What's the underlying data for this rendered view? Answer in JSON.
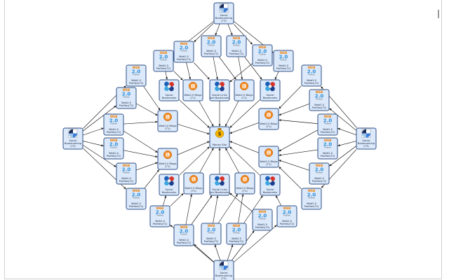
{
  "icon_colors": {
    "web20_orange": "#ef7d00",
    "web20_blue": "#2f8fd6",
    "blogger_orange": "#f08a24",
    "social_blue": "#1c5fb8",
    "money_gold": "#f3b600",
    "node_fill": "#dbe9fb",
    "node_border": "#2f4f86"
  },
  "diagram": {
    "nodes": [
      {
        "id": "t1",
        "icon": "social-bookmarking-icon",
        "lines": [
          "Social",
          "Bookmarking",
          "(T3)"
        ]
      },
      {
        "id": "t2",
        "icon": "web20-icon",
        "lines": [
          "Web2.0",
          "Profiles(T2)"
        ]
      },
      {
        "id": "t3",
        "icon": "web20-icon",
        "lines": [
          "Web2.0",
          "Profiles(T2)"
        ]
      },
      {
        "id": "t4",
        "icon": "web20-icon",
        "lines": [
          "Web2.0",
          "Profiles(T2)"
        ]
      },
      {
        "id": "t5",
        "icon": "web20-icon",
        "lines": [
          "Web2.0",
          "Profiles(T2)"
        ]
      },
      {
        "id": "t6",
        "icon": "web20-icon",
        "lines": [
          "Web2.0",
          "Profiles(T2)"
        ]
      },
      {
        "id": "t7",
        "icon": "web20-icon",
        "lines": [
          "Web2.0",
          "Profiles(T2)"
        ]
      },
      {
        "id": "t8",
        "icon": "social-network-icon",
        "lines": [
          "Social",
          "Bookmarks"
        ]
      },
      {
        "id": "t9",
        "icon": "blogger-icon",
        "lines": [
          "Web2.0 Blogs",
          "(T1)"
        ]
      },
      {
        "id": "t10",
        "icon": "social-network-icon",
        "lines": [
          "Social Links",
          "and Bookmarks"
        ]
      },
      {
        "id": "t11",
        "icon": "blogger-icon",
        "lines": [
          "Web2.0 Blogs",
          "(T1)"
        ]
      },
      {
        "id": "t12",
        "icon": "social-network-icon",
        "lines": [
          "Social",
          "Bookmarks"
        ]
      },
      {
        "id": "b1",
        "icon": "social-bookmarking-icon",
        "lines": [
          "Social",
          "Bookmarking",
          "(T3)"
        ]
      },
      {
        "id": "b2",
        "icon": "web20-icon",
        "lines": [
          "Web2.0",
          "Profiles(T2)"
        ]
      },
      {
        "id": "b3",
        "icon": "web20-icon",
        "lines": [
          "Web2.0",
          "Profiles(T2)"
        ]
      },
      {
        "id": "b4",
        "icon": "web20-icon",
        "lines": [
          "Web2.0",
          "Profiles(T2)"
        ]
      },
      {
        "id": "b5",
        "icon": "web20-icon",
        "lines": [
          "Web2.0",
          "Profiles(T2)"
        ]
      },
      {
        "id": "b6",
        "icon": "web20-icon",
        "lines": [
          "Web2.0",
          "Profiles(T2)"
        ]
      },
      {
        "id": "b7",
        "icon": "web20-icon",
        "lines": [
          "Web2.0",
          "Profiles(T2)"
        ]
      },
      {
        "id": "b8",
        "icon": "social-network-icon",
        "lines": [
          "Social",
          "Bookmarks"
        ]
      },
      {
        "id": "b9",
        "icon": "blogger-icon",
        "lines": [
          "Web2.0 Blogs",
          "(T1)"
        ]
      },
      {
        "id": "b10",
        "icon": "social-network-icon",
        "lines": [
          "Social Links",
          "and Bookmarks"
        ]
      },
      {
        "id": "b11",
        "icon": "blogger-icon",
        "lines": [
          "Web2.0 Blogs",
          "(T1)"
        ]
      },
      {
        "id": "b12",
        "icon": "social-network-icon",
        "lines": [
          "Social",
          "Bookmarks"
        ]
      },
      {
        "id": "l1",
        "icon": "social-bookmarking-icon",
        "lines": [
          "Social",
          "Bookmarking",
          "(T3)"
        ]
      },
      {
        "id": "l2",
        "icon": "web20-icon",
        "lines": [
          "Web2.0",
          "Profiles(T2)"
        ]
      },
      {
        "id": "l3",
        "icon": "web20-icon",
        "lines": [
          "Web2.0",
          "Profiles(T2)"
        ]
      },
      {
        "id": "l4",
        "icon": "web20-icon",
        "lines": [
          "Web2.0",
          "Profiles(T2)"
        ]
      },
      {
        "id": "l5",
        "icon": "web20-icon",
        "lines": [
          "Web2.0",
          "Profiles(T2)"
        ]
      },
      {
        "id": "l6",
        "icon": "web20-icon",
        "lines": [
          "Web2.0",
          "Profiles(T2)"
        ]
      },
      {
        "id": "l7",
        "icon": "web20-icon",
        "lines": [
          "Web2.0",
          "Profiles(T2)"
        ]
      },
      {
        "id": "l8",
        "icon": "blogger-icon",
        "lines": [
          "Web2.0 Blogs",
          "(T1)"
        ]
      },
      {
        "id": "l9",
        "icon": "blogger-icon",
        "lines": [
          "Web2.0 Blogs",
          "(T1)"
        ]
      },
      {
        "id": "r1",
        "icon": "social-bookmarking-icon",
        "lines": [
          "Social",
          "Bookmarking",
          "(T3)"
        ]
      },
      {
        "id": "r2",
        "icon": "web20-icon",
        "lines": [
          "Web2.0",
          "Profiles(T2)"
        ]
      },
      {
        "id": "r3",
        "icon": "web20-icon",
        "lines": [
          "Web2.0",
          "Profiles(T2)"
        ]
      },
      {
        "id": "r4",
        "icon": "web20-icon",
        "lines": [
          "Web2.0",
          "Profiles(T2)"
        ]
      },
      {
        "id": "r5",
        "icon": "web20-icon",
        "lines": [
          "Web2.0",
          "Profiles(T2)"
        ]
      },
      {
        "id": "r6",
        "icon": "web20-icon",
        "lines": [
          "Web2.0",
          "Profiles(T2)"
        ]
      },
      {
        "id": "r7",
        "icon": "web20-icon",
        "lines": [
          "Web2.0",
          "Profiles(T2)"
        ]
      },
      {
        "id": "r8",
        "icon": "blogger-icon",
        "lines": [
          "Web2.0 Blogs",
          "(T1)"
        ]
      },
      {
        "id": "r9",
        "icon": "blogger-icon",
        "lines": [
          "Web2.0 Blogs",
          "(T1)"
        ]
      },
      {
        "id": "c",
        "icon": "money-bag-icon",
        "lines": [
          "Money Site"
        ]
      }
    ],
    "edges": [
      [
        "t1",
        "t2"
      ],
      [
        "t1",
        "t3"
      ],
      [
        "t1",
        "t4"
      ],
      [
        "t1",
        "t5"
      ],
      [
        "t1",
        "t6"
      ],
      [
        "t1",
        "t7"
      ],
      [
        "t2",
        "t8"
      ],
      [
        "t2",
        "t9"
      ],
      [
        "t3",
        "t9"
      ],
      [
        "t3",
        "t10"
      ],
      [
        "t4",
        "t10"
      ],
      [
        "t4",
        "t11"
      ],
      [
        "t5",
        "t11"
      ],
      [
        "t5",
        "t12"
      ],
      [
        "t6",
        "t10"
      ],
      [
        "t7",
        "t12"
      ],
      [
        "t8",
        "c"
      ],
      [
        "t9",
        "c"
      ],
      [
        "t10",
        "c"
      ],
      [
        "t11",
        "c"
      ],
      [
        "t12",
        "c"
      ],
      [
        "b1",
        "b2"
      ],
      [
        "b1",
        "b3"
      ],
      [
        "b1",
        "b4"
      ],
      [
        "b1",
        "b5"
      ],
      [
        "b1",
        "b6"
      ],
      [
        "b1",
        "b7"
      ],
      [
        "b2",
        "b8"
      ],
      [
        "b2",
        "b9"
      ],
      [
        "b3",
        "b9"
      ],
      [
        "b3",
        "b10"
      ],
      [
        "b4",
        "b10"
      ],
      [
        "b4",
        "b11"
      ],
      [
        "b5",
        "b11"
      ],
      [
        "b5",
        "b12"
      ],
      [
        "b6",
        "b10"
      ],
      [
        "b7",
        "b12"
      ],
      [
        "b8",
        "c"
      ],
      [
        "b9",
        "c"
      ],
      [
        "b10",
        "c"
      ],
      [
        "b11",
        "c"
      ],
      [
        "b12",
        "c"
      ],
      [
        "l1",
        "l2"
      ],
      [
        "l1",
        "l3"
      ],
      [
        "l1",
        "l4"
      ],
      [
        "l1",
        "l5"
      ],
      [
        "l1",
        "l6"
      ],
      [
        "l1",
        "l7"
      ],
      [
        "l2",
        "l8"
      ],
      [
        "l3",
        "l8"
      ],
      [
        "l4",
        "l8"
      ],
      [
        "l4",
        "l9"
      ],
      [
        "l5",
        "l9"
      ],
      [
        "l6",
        "l9"
      ],
      [
        "l7",
        "l9"
      ],
      [
        "l8",
        "c"
      ],
      [
        "l9",
        "c"
      ],
      [
        "r1",
        "r2"
      ],
      [
        "r1",
        "r3"
      ],
      [
        "r1",
        "r4"
      ],
      [
        "r1",
        "r5"
      ],
      [
        "r1",
        "r6"
      ],
      [
        "r1",
        "r7"
      ],
      [
        "r2",
        "r8"
      ],
      [
        "r3",
        "r8"
      ],
      [
        "r4",
        "r8"
      ],
      [
        "r4",
        "r9"
      ],
      [
        "r5",
        "r9"
      ],
      [
        "r6",
        "r9"
      ],
      [
        "r7",
        "r9"
      ],
      [
        "r8",
        "c"
      ],
      [
        "r9",
        "c"
      ]
    ]
  }
}
